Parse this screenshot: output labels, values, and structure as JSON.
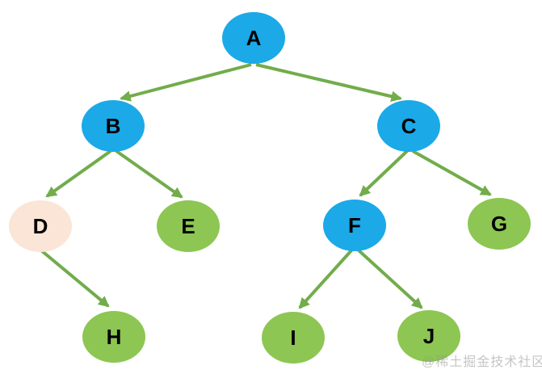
{
  "diagram": {
    "type": "tree",
    "nodes": [
      {
        "id": "A",
        "label": "A",
        "variant": "blue"
      },
      {
        "id": "B",
        "label": "B",
        "variant": "blue"
      },
      {
        "id": "C",
        "label": "C",
        "variant": "blue"
      },
      {
        "id": "D",
        "label": "D",
        "variant": "peach"
      },
      {
        "id": "E",
        "label": "E",
        "variant": "green"
      },
      {
        "id": "F",
        "label": "F",
        "variant": "blue"
      },
      {
        "id": "G",
        "label": "G",
        "variant": "green"
      },
      {
        "id": "H",
        "label": "H",
        "variant": "green"
      },
      {
        "id": "I",
        "label": "I",
        "variant": "green"
      },
      {
        "id": "J",
        "label": "J",
        "variant": "green"
      }
    ],
    "edges": [
      {
        "from": "A",
        "to": "B"
      },
      {
        "from": "A",
        "to": "C"
      },
      {
        "from": "B",
        "to": "D"
      },
      {
        "from": "B",
        "to": "E"
      },
      {
        "from": "C",
        "to": "F"
      },
      {
        "from": "C",
        "to": "G"
      },
      {
        "from": "D",
        "to": "H"
      },
      {
        "from": "F",
        "to": "I"
      },
      {
        "from": "F",
        "to": "J"
      }
    ],
    "colors": {
      "node_blue": "#1BA9E8",
      "node_green": "#8DC653",
      "node_peach": "#FBE5D6",
      "arrow_green": "#72AC4B",
      "label_text": "#000000",
      "background": "#FFFFFF",
      "watermark": "#BDBDBD"
    }
  },
  "watermark": {
    "text": "@稀土掘金技术社区"
  }
}
